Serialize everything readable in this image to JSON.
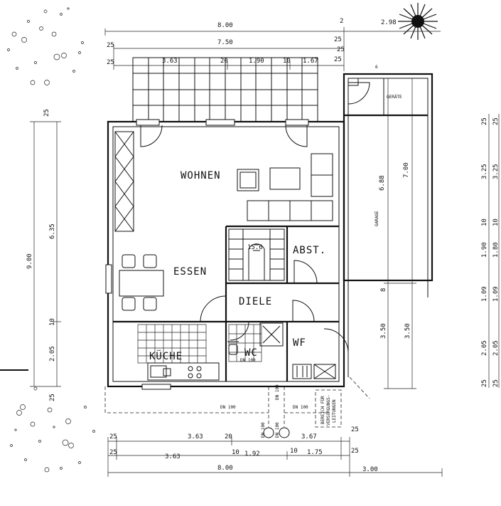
{
  "rooms": {
    "wohnen": "WOHNEN",
    "essen": "ESSEN",
    "diele": "DIELE",
    "abst": "ABST.",
    "kueche": "KÜCHE",
    "wc": "WC",
    "wf": "WF",
    "geraete": "GERÄTE",
    "garage": "GARAGE"
  },
  "notes": {
    "dn100_a": "DN 100",
    "dn100_b": "DN 100",
    "dn100_c": "DN 100",
    "dn100_d": "DN 100",
    "dn100_e": "DN 100",
    "dn100_wc": "DN 100",
    "stair_count": "15.6",
    "bereich_1": "BEREICH FÜR",
    "bereich_2": "VERSORGUNGS-",
    "bereich_3": "LEITUNGEN"
  },
  "dimensions": {
    "top": {
      "total": "8.00",
      "inner": "7.50",
      "gap": "2",
      "garage": "2.98",
      "edge_25a": "25",
      "edge_25b": "25",
      "edge_25c": "25",
      "edge_25d": "25",
      "edge_25e": "25",
      "d_363": "3.63",
      "d_20": "20",
      "d_190": "1.90",
      "d_10": "10",
      "d_167": "1.67",
      "d_6": "6"
    },
    "left": {
      "total": "9.00",
      "upper": "6.35",
      "lower": "2.05",
      "mark_10": "10",
      "mark_25a": "25",
      "mark_25b": "25"
    },
    "bottom": {
      "r1_25": "25",
      "r1_363": "3.63",
      "r1_20": "20",
      "r1_367": "3.67",
      "r1_25b": "25",
      "r2_25": "25",
      "r2_363": "3.63",
      "r2_10a": "10",
      "r2_192": "1.92",
      "r2_10b": "10",
      "r2_175": "1.75",
      "r2_25b": "25",
      "total": "8.00",
      "garage": "3.00"
    },
    "garage_side": {
      "d_688": "6.88",
      "d_700": "7.00",
      "d_350a": "3.50",
      "d_350b": "3.50",
      "d_8": "8"
    },
    "right": {
      "d_325a": "3.25",
      "d_325b": "3.25",
      "d_10a": "10",
      "d_10b": "10",
      "d_190": "1.90",
      "d_180": "1.80",
      "d_109a": "1.09",
      "d_109b": "1.09",
      "d_205a": "2.05",
      "d_205b": "2.05",
      "d_25a": "25",
      "d_25b": "25",
      "d_25c": "25",
      "d_25d": "25"
    }
  }
}
